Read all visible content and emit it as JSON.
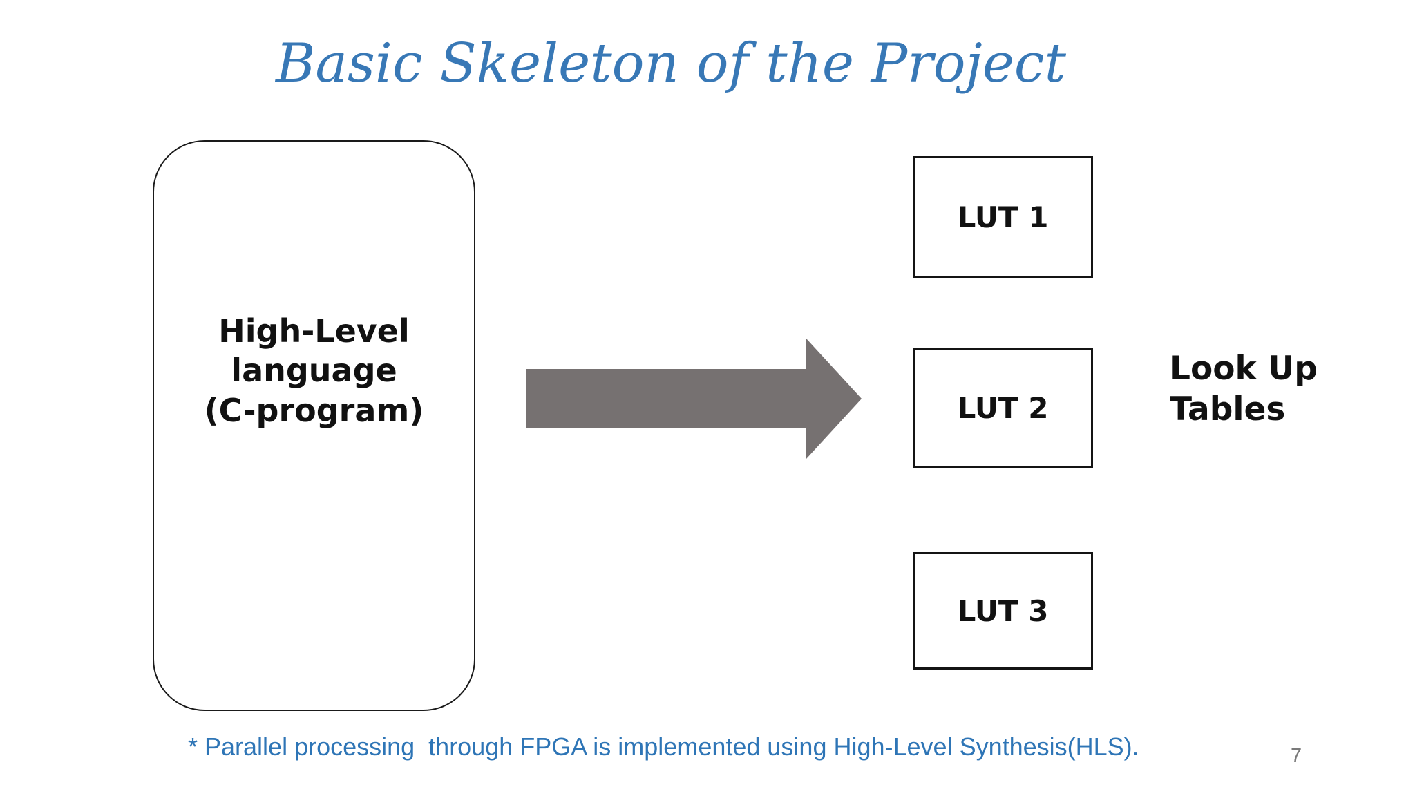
{
  "slide": {
    "title": "Basic Skeleton of the Project",
    "source_box": {
      "line1": "High-Level language",
      "line2": "(C-program)"
    },
    "lut_boxes": [
      {
        "label": "LUT 1"
      },
      {
        "label": "LUT 2"
      },
      {
        "label": "LUT 3"
      }
    ],
    "lut_group_label": "Look Up Tables",
    "footnote": "* Parallel processing  through FPGA is implemented using High-Level Synthesis(HLS).",
    "page_number": "7",
    "icons": {
      "flow_arrow": "right-arrow"
    },
    "colors": {
      "title_blue": "#3878b6",
      "footnote_blue": "#2e75b6",
      "arrow_gray": "#767171",
      "box_border_black": "#141414",
      "text_black": "#111111",
      "page_number_gray": "#7a7a7a",
      "background": "#ffffff"
    }
  }
}
